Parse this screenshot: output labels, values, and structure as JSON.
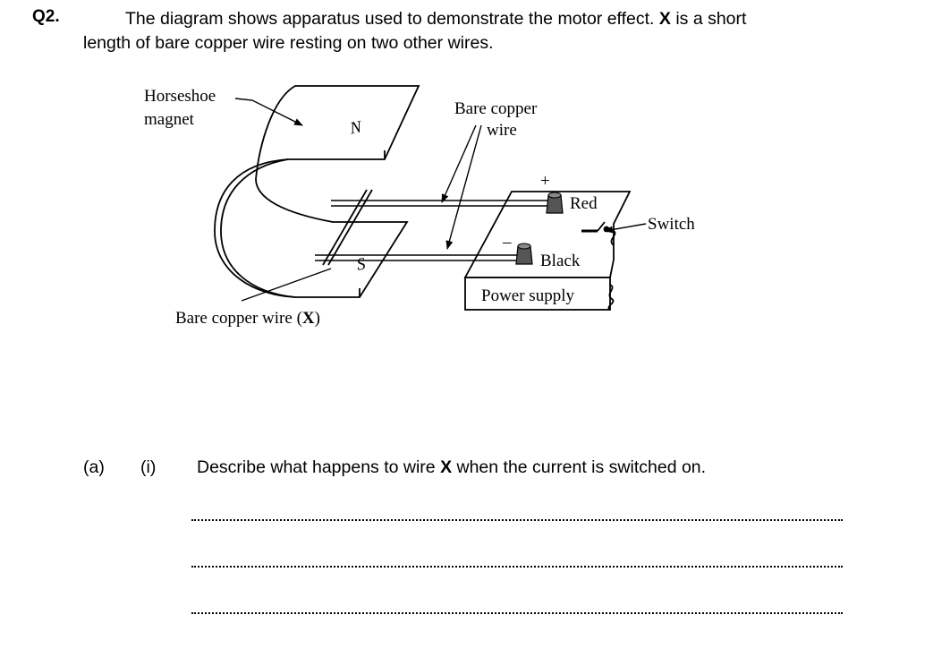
{
  "question": {
    "number": "Q2.",
    "intro_line1": "The diagram shows apparatus used to demonstrate the motor effect.",
    "intro_bold": "X",
    "intro_line1_end": "is a short",
    "intro_line2": "length of bare copper wire resting on two other wires."
  },
  "diagram": {
    "labels": {
      "horseshoe_line1": "Horseshoe",
      "horseshoe_line2": "magnet",
      "bare_copper_line1": "Bare copper",
      "bare_copper_line2": "wire",
      "pole_north": "N",
      "pole_south": "S",
      "plus": "+",
      "minus": "–",
      "red": "Red",
      "black": "Black",
      "switch": "Switch",
      "power_supply": "Power supply",
      "wire_x_prefix": "Bare copper wire (",
      "wire_x_bold": "X",
      "wire_x_suffix": ")"
    }
  },
  "part_a": {
    "label": "(a)",
    "sub_label": "(i)",
    "text_before": "Describe what happens to wire",
    "text_bold": "X",
    "text_after": "when the current is switched on."
  },
  "answer_lines": 3
}
